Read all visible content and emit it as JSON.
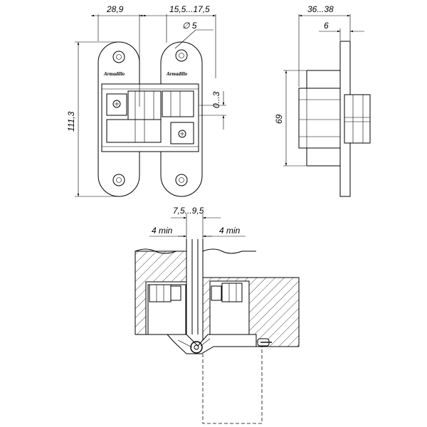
{
  "front_view": {
    "dim_width": "28,9",
    "dim_offset": "15,5...17,5",
    "dim_hole": "∅ 5",
    "dim_height": "111,3",
    "dim_adjust": "0...3",
    "brand_left": "Armadillo",
    "brand_right": "Armadillo"
  },
  "side_view": {
    "dim_depth": "36...38",
    "dim_plate": "6",
    "dim_body": "69"
  },
  "install_view": {
    "dim_gap": "7,5...9,5",
    "dim_left_min": "4 min",
    "dim_right_min": "4 min"
  }
}
